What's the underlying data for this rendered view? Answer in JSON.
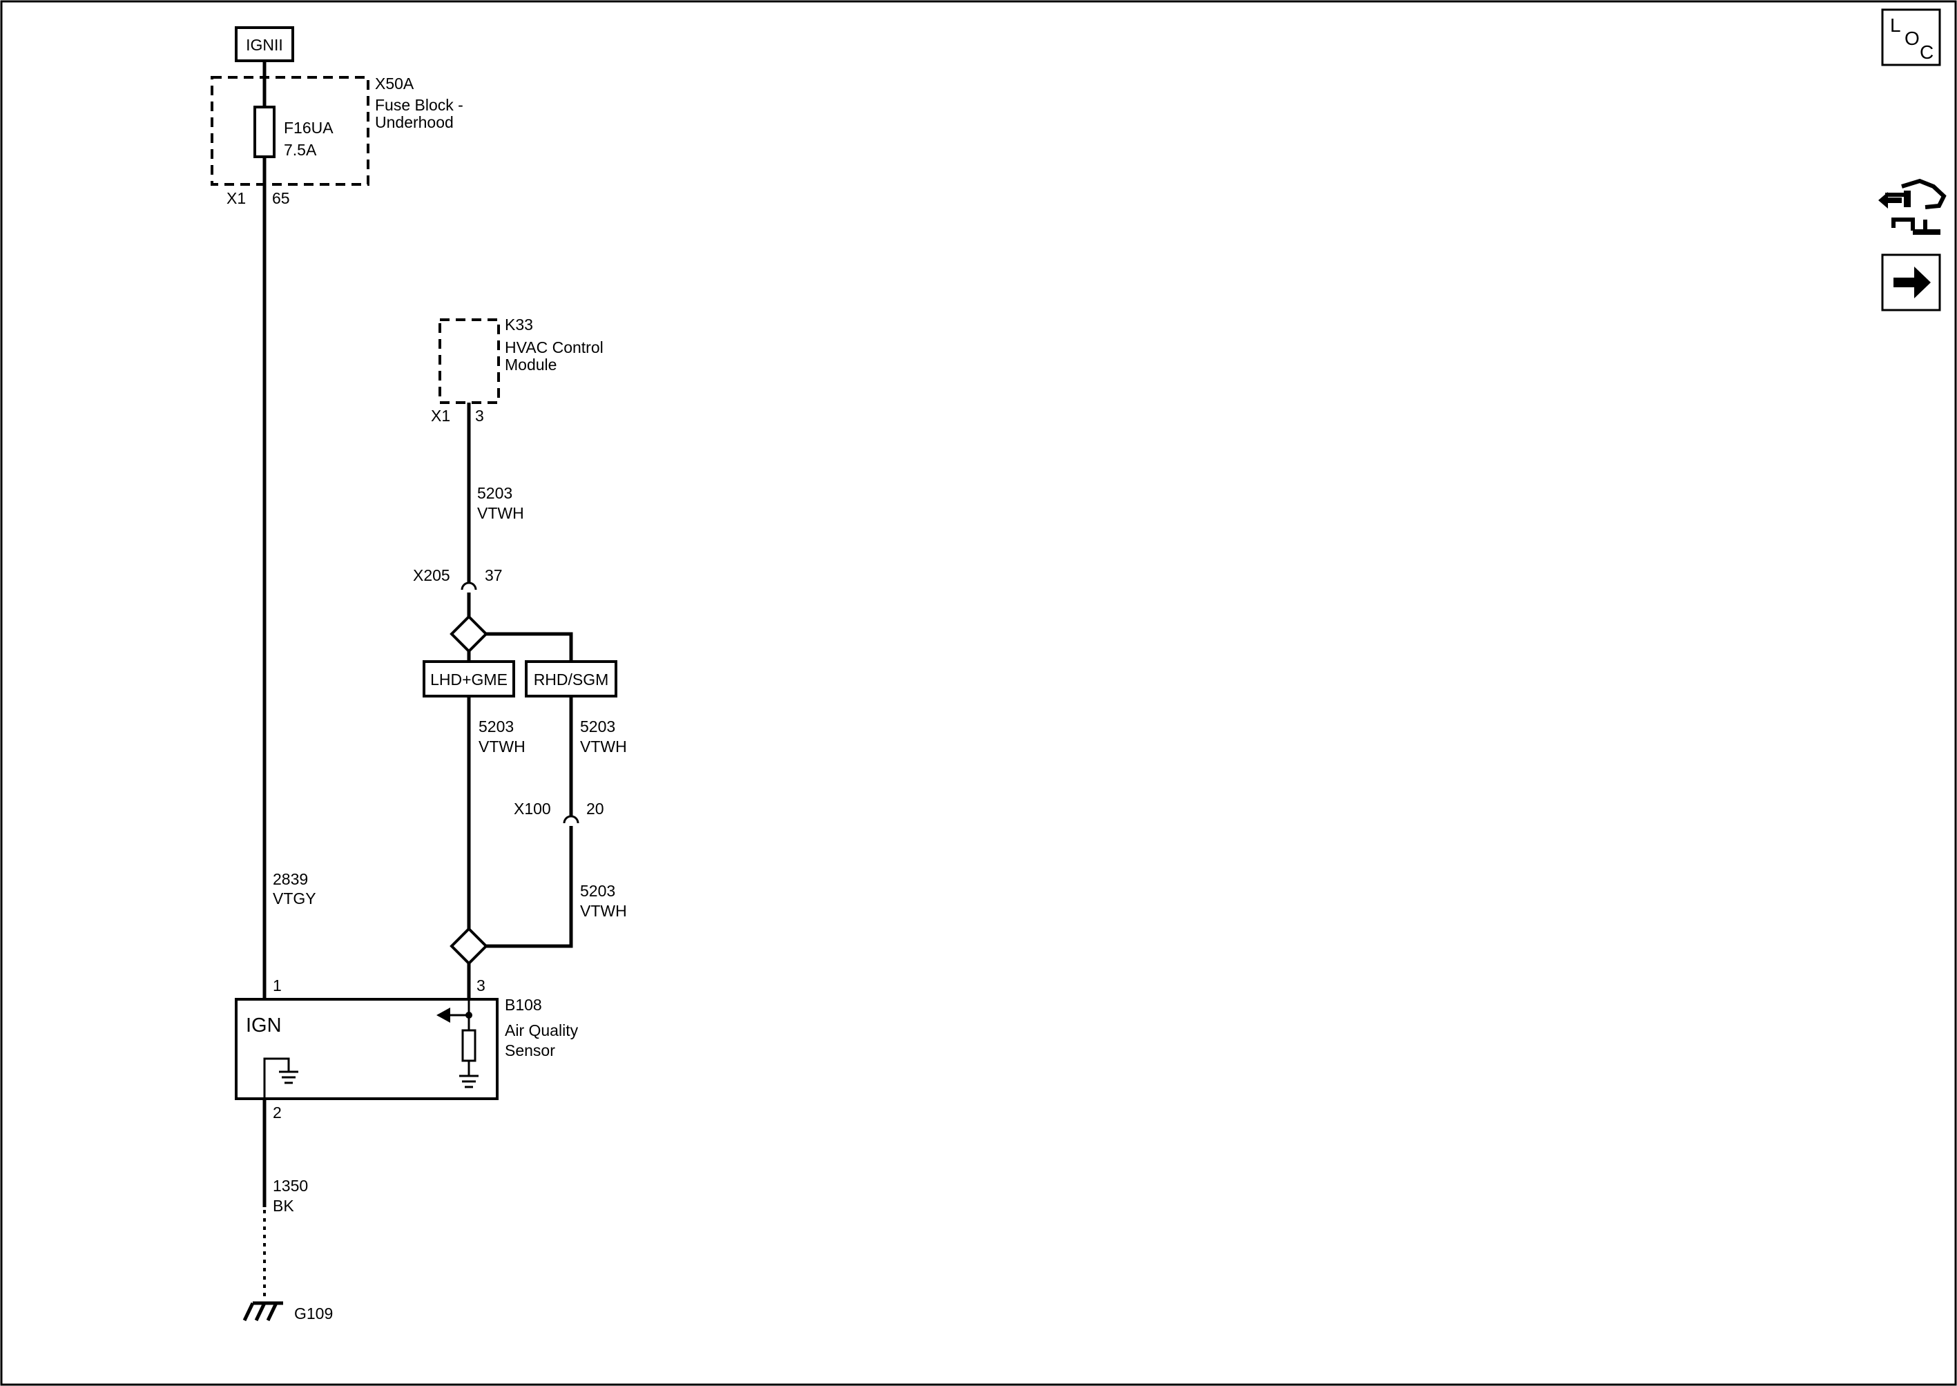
{
  "power_source": {
    "label": "IGNII"
  },
  "fuse_block": {
    "id": "X50A",
    "name_line1": "Fuse Block -",
    "name_line2": "Underhood",
    "fuse_id": "F16UA",
    "fuse_rating": "7.5A",
    "connector": "X1",
    "pin": "65"
  },
  "hvac_module": {
    "id": "K33",
    "name_line1": "HVAC Control",
    "name_line2": "Module",
    "connector": "X1",
    "pin": "3"
  },
  "wire_hvac": {
    "circuit": "5203",
    "color": "VTWH"
  },
  "inline_x205": {
    "id": "X205",
    "pin": "37"
  },
  "options": {
    "left": "LHD+GME",
    "right": "RHD/SGM"
  },
  "wire_left": {
    "circuit": "5203",
    "color": "VTWH"
  },
  "wire_right_upper": {
    "circuit": "5203",
    "color": "VTWH"
  },
  "inline_x100": {
    "id": "X100",
    "pin": "20"
  },
  "wire_right_lower": {
    "circuit": "5203",
    "color": "VTWH"
  },
  "wire_ign": {
    "circuit": "2839",
    "color": "VTGY"
  },
  "sensor": {
    "id": "B108",
    "name_line1": "Air Quality",
    "name_line2": "Sensor",
    "ign_label": "IGN",
    "pin_ign": "1",
    "pin_signal": "3",
    "pin_ground": "2"
  },
  "wire_ground": {
    "circuit": "1350",
    "color": "BK"
  },
  "ground": {
    "id": "G109"
  },
  "nav": {
    "loc_letters": [
      "L",
      "O",
      "C"
    ],
    "icons": [
      "connector-list-icon",
      "next-page-arrow-icon"
    ]
  }
}
